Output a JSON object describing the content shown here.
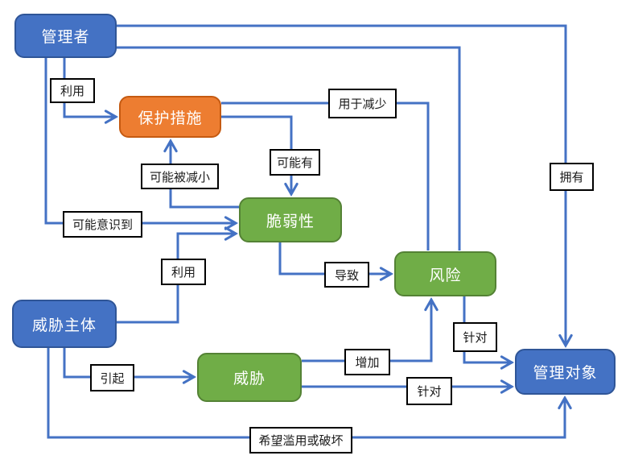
{
  "diagram": {
    "type": "flowchart",
    "language": "zh-CN",
    "background": "#ffffff",
    "connector_color": "#4472c4",
    "label_box_style": {
      "fill": "#ffffff",
      "border": "#000000"
    }
  },
  "colors": {
    "node_blue": "#4472c4",
    "node_blue_border": "#2f5597",
    "node_orange": "#ed7d31",
    "node_orange_border": "#c55a11",
    "node_green": "#70ad47",
    "node_green_border": "#548235",
    "connector": "#4472c4",
    "label_text": "#1a1a1a"
  },
  "nodes": [
    {
      "id": "manager",
      "label": "管理者",
      "color": "#4472c4"
    },
    {
      "id": "safeguards",
      "label": "保护措施",
      "color": "#ed7d31"
    },
    {
      "id": "vulnerability",
      "label": "脆弱性",
      "color": "#70ad47"
    },
    {
      "id": "risk",
      "label": "风险",
      "color": "#70ad47"
    },
    {
      "id": "threat-agent",
      "label": "威胁主体",
      "color": "#4472c4"
    },
    {
      "id": "threat",
      "label": "威胁",
      "color": "#70ad47"
    },
    {
      "id": "managed-object",
      "label": "管理对象",
      "color": "#4472c4"
    }
  ],
  "edges": [
    {
      "from": "manager",
      "to": "safeguards",
      "label": "利用"
    },
    {
      "from": "manager",
      "to": "vulnerability",
      "label": "可能意识到"
    },
    {
      "from": "manager",
      "to": "risk",
      "label": ""
    },
    {
      "from": "manager",
      "to": "managed-object",
      "label": "拥有"
    },
    {
      "from": "safeguards",
      "to": "risk",
      "label": "用于减少"
    },
    {
      "from": "safeguards",
      "to": "vulnerability",
      "label": "可能有"
    },
    {
      "from": "vulnerability",
      "to": "safeguards",
      "label": "可能被减小"
    },
    {
      "from": "vulnerability",
      "to": "risk",
      "label": "导致"
    },
    {
      "from": "threat-agent",
      "to": "vulnerability",
      "label": "利用"
    },
    {
      "from": "threat-agent",
      "to": "threat",
      "label": "引起"
    },
    {
      "from": "threat-agent",
      "to": "managed-object",
      "label": "希望滥用或破坏"
    },
    {
      "from": "threat",
      "to": "risk",
      "label": "增加"
    },
    {
      "from": "threat",
      "to": "managed-object",
      "label": "针对"
    },
    {
      "from": "risk",
      "to": "managed-object",
      "label": "针对"
    }
  ]
}
